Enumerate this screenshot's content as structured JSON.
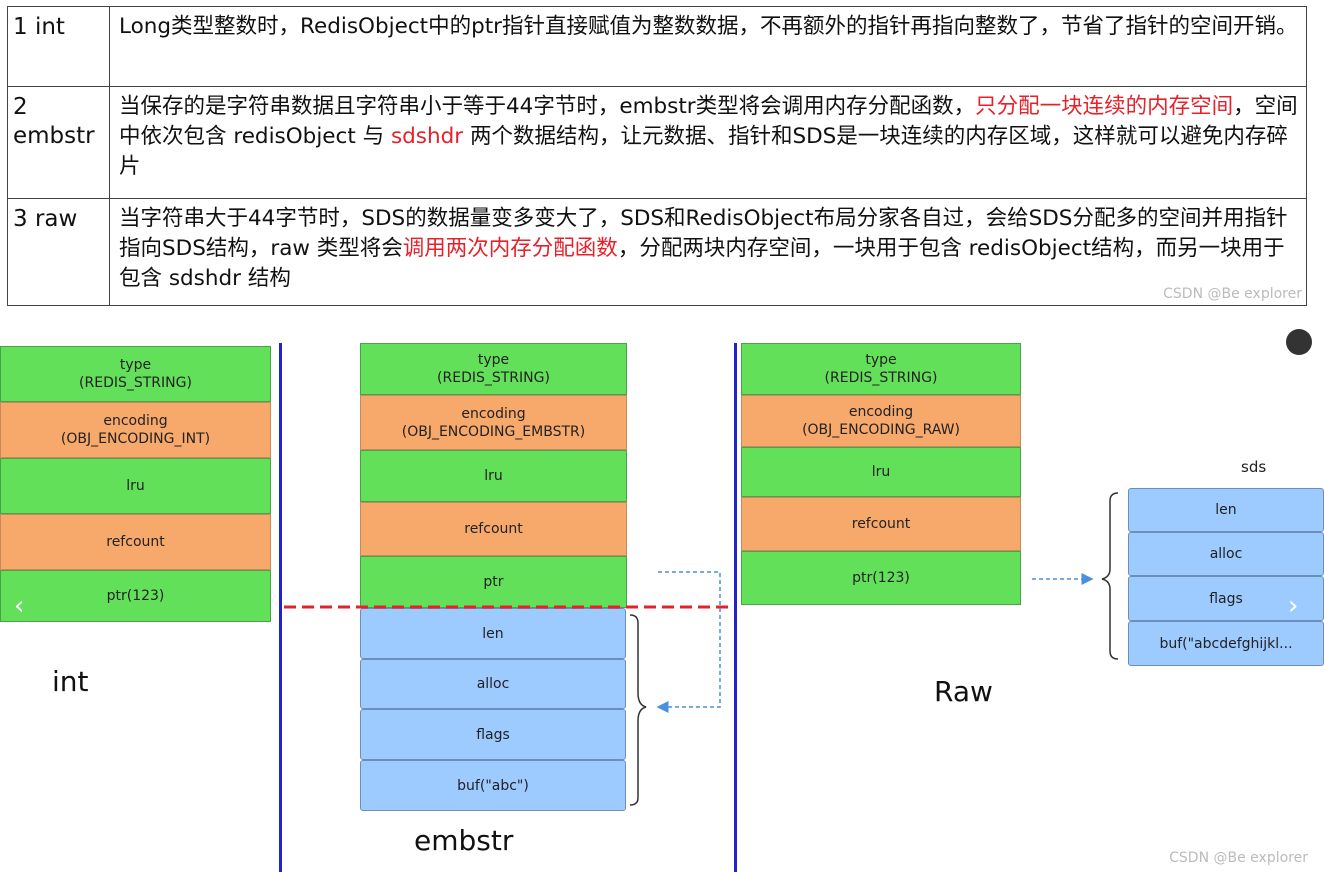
{
  "table": {
    "rows": [
      {
        "key": "1 int",
        "text": [
          {
            "t": "Long类型整数时，RedisObject中的ptr指针直接赋值为整数数据，不再额外的指针再指向整数了，节省了指针的空间开销。",
            "red": false
          }
        ]
      },
      {
        "key": "2 embstr",
        "text": [
          {
            "t": "当保存的是字符串数据且字符串小于等于44字节时，embstr类型将会调用内存分配函数，",
            "red": false
          },
          {
            "t": "只分配一块连续的内存空间",
            "red": true
          },
          {
            "t": "，空间中依次包含 redisObject 与 ",
            "red": false
          },
          {
            "t": "sdshdr",
            "red": true
          },
          {
            "t": " 两个数据结构，让元数据、指针和SDS是一块连续的内存区域，这样就可以避免内存碎片",
            "red": false
          }
        ]
      },
      {
        "key": "3 raw",
        "text": [
          {
            "t": "当字符串大于44字节时，SDS的数据量变多变大了，SDS和RedisObject布局分家各自过，会给SDS分配多的空间并用指针指向SDS结构，raw 类型将会",
            "red": false
          },
          {
            "t": "调用两次内存分配函数",
            "red": true
          },
          {
            "t": "，分配两块内存空间，一块用于包含 redisObject结构，而另一块用于包含 sdshdr 结构",
            "red": false
          }
        ]
      }
    ],
    "watermark": "CSDN @Be explorer"
  },
  "diagram": {
    "int": {
      "label": "int",
      "cells": [
        {
          "l1": "type",
          "l2": "(REDIS_STRING)",
          "c": "g"
        },
        {
          "l1": "encoding",
          "l2": "(OBJ_ENCODING_INT)",
          "c": "o"
        },
        {
          "l1": "lru",
          "l2": "",
          "c": "g"
        },
        {
          "l1": "refcount",
          "l2": "",
          "c": "o"
        },
        {
          "l1": "ptr(123)",
          "l2": "",
          "c": "g"
        }
      ]
    },
    "embstr": {
      "label": "embstr",
      "cells": [
        {
          "l1": "type",
          "l2": "(REDIS_STRING)",
          "c": "g"
        },
        {
          "l1": "encoding",
          "l2": "(OBJ_ENCODING_EMBSTR)",
          "c": "o"
        },
        {
          "l1": "lru",
          "l2": "",
          "c": "g"
        },
        {
          "l1": "refcount",
          "l2": "",
          "c": "o"
        },
        {
          "l1": "ptr",
          "l2": "",
          "c": "g"
        }
      ],
      "sds_cells": [
        "len",
        "alloc",
        "flags",
        "buf(\"abc\")"
      ]
    },
    "raw": {
      "label": "Raw",
      "cells": [
        {
          "l1": "type",
          "l2": "(REDIS_STRING)",
          "c": "g"
        },
        {
          "l1": "encoding",
          "l2": "(OBJ_ENCODING_RAW)",
          "c": "o"
        },
        {
          "l1": "lru",
          "l2": "",
          "c": "g"
        },
        {
          "l1": "refcount",
          "l2": "",
          "c": "o"
        },
        {
          "l1": "ptr(123)",
          "l2": "",
          "c": "g"
        }
      ],
      "sds_label": "sds",
      "sds_cells": [
        "len",
        "alloc",
        "flags",
        "buf(\"abcdefghijkl..."
      ]
    },
    "watermark": "CSDN @Be explorer",
    "colors": {
      "green": "#62e05a",
      "orange": "#f7a86b",
      "blue": "#9ecbff",
      "divider": "#2222cc",
      "dashed": "#e8202a",
      "arrow": "#4a8fe0"
    }
  }
}
